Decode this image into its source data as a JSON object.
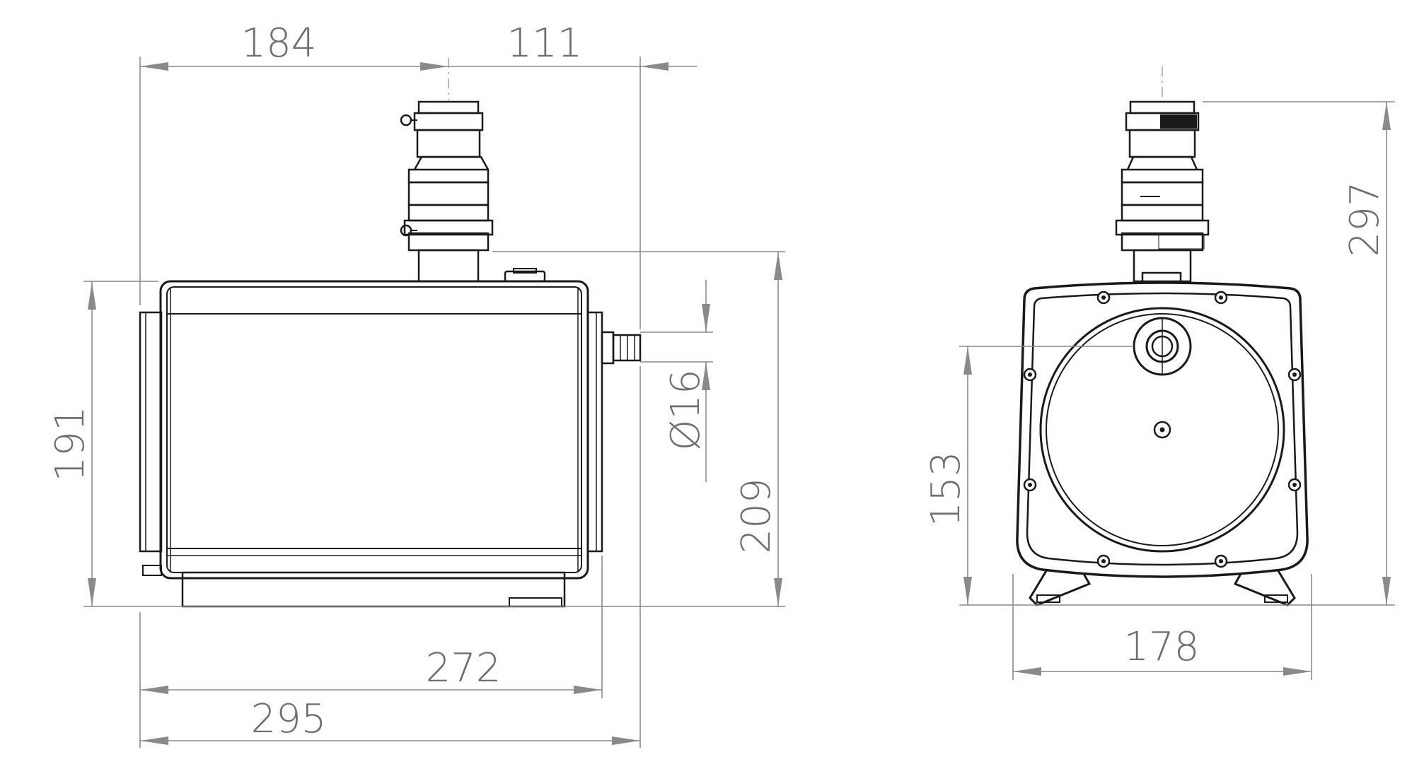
{
  "dimensions": {
    "side_top_left": "184",
    "side_top_right": "111",
    "side_height_left": "191",
    "hose_diameter": "Ø16",
    "side_height_right": "209",
    "side_width_inner": "272",
    "side_width_total": "295",
    "front_outlet_height": "153",
    "front_width": "178",
    "front_total_height": "297"
  },
  "colors": {
    "outline": "#1a1a1a",
    "dimension": "#8a8a8a",
    "text": "#6e6e6e"
  }
}
